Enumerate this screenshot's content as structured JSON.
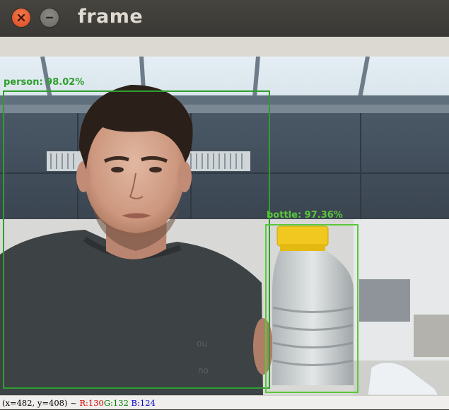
{
  "window": {
    "title": "frame",
    "close_icon": "close-icon",
    "minimize_icon": "minimize-icon"
  },
  "detections": [
    {
      "label": "person: 98.02%",
      "class": "person",
      "confidence": "98.02%",
      "color": "#2e9e2e"
    },
    {
      "label": "bottle: 97.36%",
      "class": "bottle",
      "confidence": "97.36%",
      "color": "#5ac73a"
    }
  ],
  "status": {
    "coords": "(x=482, y=408) ~",
    "r": "R:130",
    "g": "G:132",
    "b": "B:124"
  },
  "colors": {
    "titlebar": "#3c3b37",
    "close_button": "#e35b2c",
    "minimize_button": "#7b7a75",
    "status_r": "#d00000",
    "status_g": "#007a00",
    "status_b": "#0000c8"
  }
}
